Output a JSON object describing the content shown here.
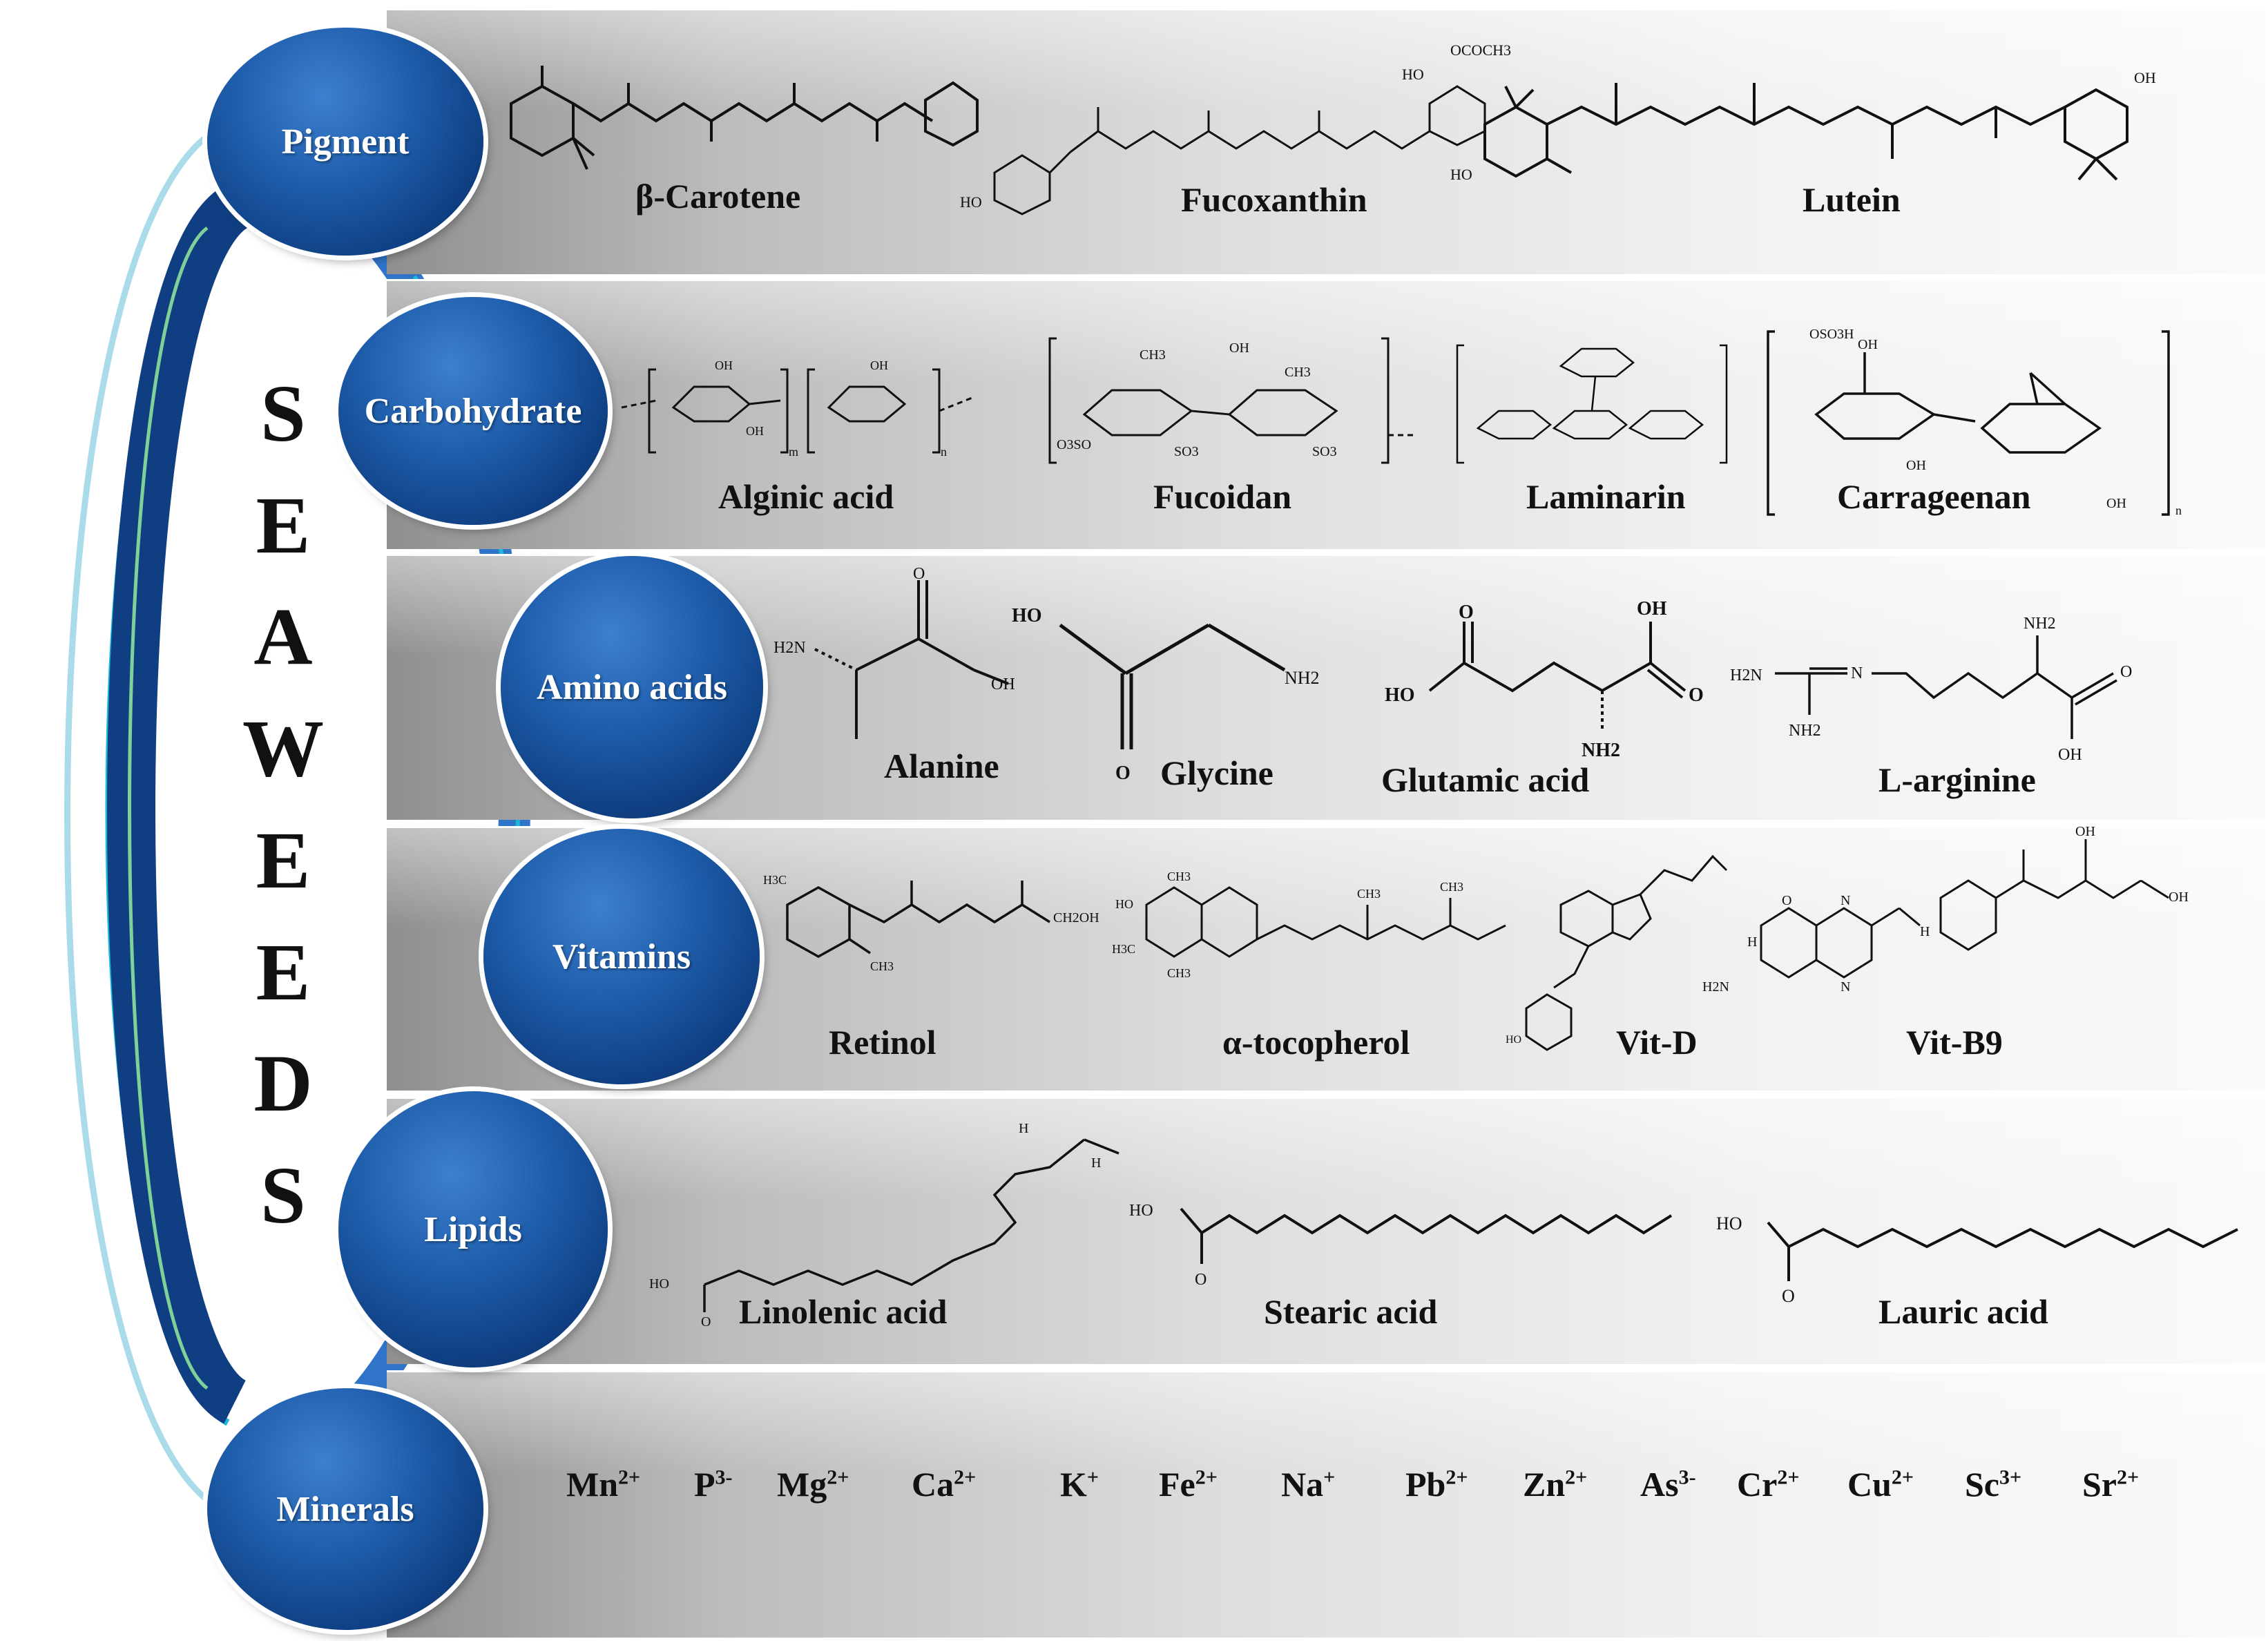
{
  "title_letters": [
    "S",
    "E",
    "A",
    "W",
    "E",
    "E",
    "D",
    "S"
  ],
  "categories": {
    "pigment": "Pigment",
    "carbohydrate": "Carbohydrate",
    "amino": "Amino acids",
    "vitamins": "Vitamins",
    "lipids": "Lipids",
    "minerals": "Minerals"
  },
  "compounds": {
    "pigment": [
      "β-Carotene",
      "Fucoxanthin",
      "Lutein"
    ],
    "carbohydrate": [
      "Alginic acid",
      "Fucoidan",
      "Laminarin",
      "Carrageenan"
    ],
    "amino": [
      "Alanine",
      "Glycine",
      "Glutamic acid",
      "L-arginine"
    ],
    "vitamins": [
      "Retinol",
      "α-tocopherol",
      "Vit-D",
      "Vit-B9"
    ],
    "lipids": [
      "Linolenic acid",
      "Stearic acid",
      "Lauric acid"
    ]
  },
  "structure_text": {
    "h2n": "H2N",
    "nh2": "NH2",
    "oh": "OH",
    "ho": "HO",
    "o": "O",
    "ho_lc": "HO",
    "oh_lc": "OH",
    "h": "H",
    "n": "N",
    "hn": "H",
    "ch2oh": "CH2OH",
    "ococh3": "OCOCH3",
    "so3": "SO3",
    "oso3h": "OSO3H",
    "o3so": "O3SO",
    "m": "m",
    "n_idx": "n",
    "ch3": "CH3",
    "h3c": "H3C"
  },
  "minerals": [
    {
      "sym": "Mn",
      "charge": "2+"
    },
    {
      "sym": "P",
      "charge": "3-"
    },
    {
      "sym": "Mg",
      "charge": "2+"
    },
    {
      "sym": "Ca",
      "charge": "2+"
    },
    {
      "sym": "K",
      "charge": "+"
    },
    {
      "sym": "Fe",
      "charge": "2+"
    },
    {
      "sym": "Na",
      "charge": "+"
    },
    {
      "sym": "Pb",
      "charge": "2+"
    },
    {
      "sym": "Zn",
      "charge": "2+"
    },
    {
      "sym": "As",
      "charge": "3-"
    },
    {
      "sym": "Cr",
      "charge": "2+"
    },
    {
      "sym": "Cu",
      "charge": "2+"
    },
    {
      "sym": "Sc",
      "charge": "3+"
    },
    {
      "sym": "Sr",
      "charge": "2+"
    }
  ],
  "colors": {
    "circle": "#1e5dab",
    "arc_dark": "#0f3f82",
    "arc_mid": "#2f74c8",
    "arc_light": "#9ad4e6",
    "arc_cyan": "#19b8d8"
  }
}
